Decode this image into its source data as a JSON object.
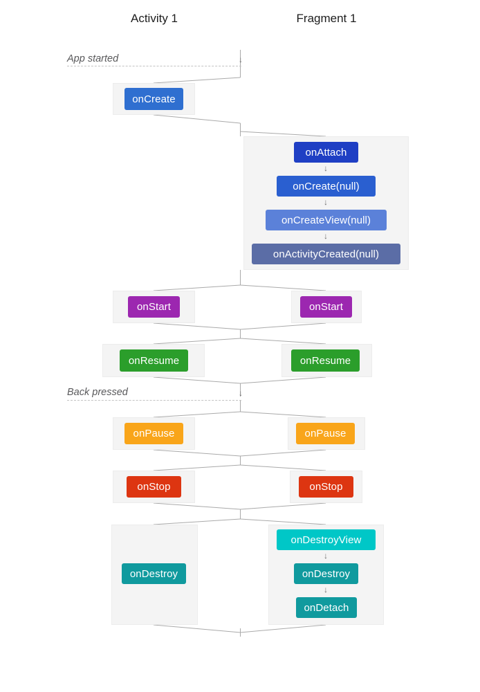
{
  "diagram": {
    "title_activity": "Activity 1",
    "title_fragment": "Fragment 1",
    "events": {
      "app_started": "App started",
      "back_pressed": "Back pressed"
    },
    "colors": {
      "card_bg": "#f4f4f4",
      "card_border": "#ececec",
      "connector": "#a9a9a9",
      "dashed": "#c2c2c2",
      "blue_create": "#2f6fd0",
      "blue_attach": "#1f3fc4",
      "blue_fcreate": "#2a5fd0",
      "blue_createview": "#5b81d9",
      "blue_activitycreated": "#5b6da6",
      "purple_start": "#9c27b0",
      "green_resume": "#2b9e2b",
      "orange_pause": "#f9a51a",
      "red_stop": "#dd3511",
      "cyan_destroyview": "#00c7c7",
      "teal_destroy": "#109a9e"
    },
    "activity_steps": [
      {
        "id": "activity-oncreate",
        "label": "onCreate",
        "color": "#2f6fd0"
      },
      {
        "id": "activity-onstart",
        "label": "onStart",
        "color": "#9c27b0"
      },
      {
        "id": "activity-onresume",
        "label": "onResume",
        "color": "#2b9e2b"
      },
      {
        "id": "activity-onpause",
        "label": "onPause",
        "color": "#f9a51a"
      },
      {
        "id": "activity-onstop",
        "label": "onStop",
        "color": "#dd3511"
      },
      {
        "id": "activity-ondestroy",
        "label": "onDestroy",
        "color": "#109a9e"
      }
    ],
    "fragment_create_steps": [
      {
        "id": "fragment-onattach",
        "label": "onAttach",
        "color": "#1f3fc4"
      },
      {
        "id": "fragment-oncreate",
        "label": "onCreate(null)",
        "color": "#2a5fd0"
      },
      {
        "id": "fragment-oncreateview",
        "label": "onCreateView(null)",
        "color": "#5b81d9"
      },
      {
        "id": "fragment-onactivitycreated",
        "label": "onActivityCreated(null)",
        "color": "#5b6da6"
      }
    ],
    "fragment_steps": [
      {
        "id": "fragment-onstart",
        "label": "onStart",
        "color": "#9c27b0"
      },
      {
        "id": "fragment-onresume",
        "label": "onResume",
        "color": "#2b9e2b"
      },
      {
        "id": "fragment-onpause",
        "label": "onPause",
        "color": "#f9a51a"
      },
      {
        "id": "fragment-onstop",
        "label": "onStop",
        "color": "#dd3511"
      }
    ],
    "fragment_destroy_steps": [
      {
        "id": "fragment-ondestroyview",
        "label": "onDestroyView",
        "color": "#00c7c7"
      },
      {
        "id": "fragment-ondestroy",
        "label": "onDestroy",
        "color": "#109a9e"
      },
      {
        "id": "fragment-ondetach",
        "label": "onDetach",
        "color": "#109a9e"
      }
    ],
    "arrow_glyph": "↓"
  }
}
